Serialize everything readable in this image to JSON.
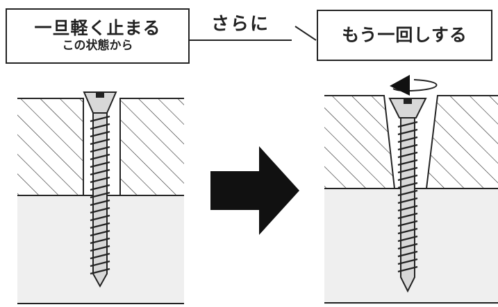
{
  "step1": {
    "line1": "一旦軽く止まる",
    "line2": "この状態から"
  },
  "connector": {
    "label": "さらに"
  },
  "step2": {
    "line1": "もう一回しする"
  },
  "colors": {
    "ink": "#222222",
    "material": "#efefef",
    "screw": "#d8d8d8",
    "arrow": "#111111"
  }
}
